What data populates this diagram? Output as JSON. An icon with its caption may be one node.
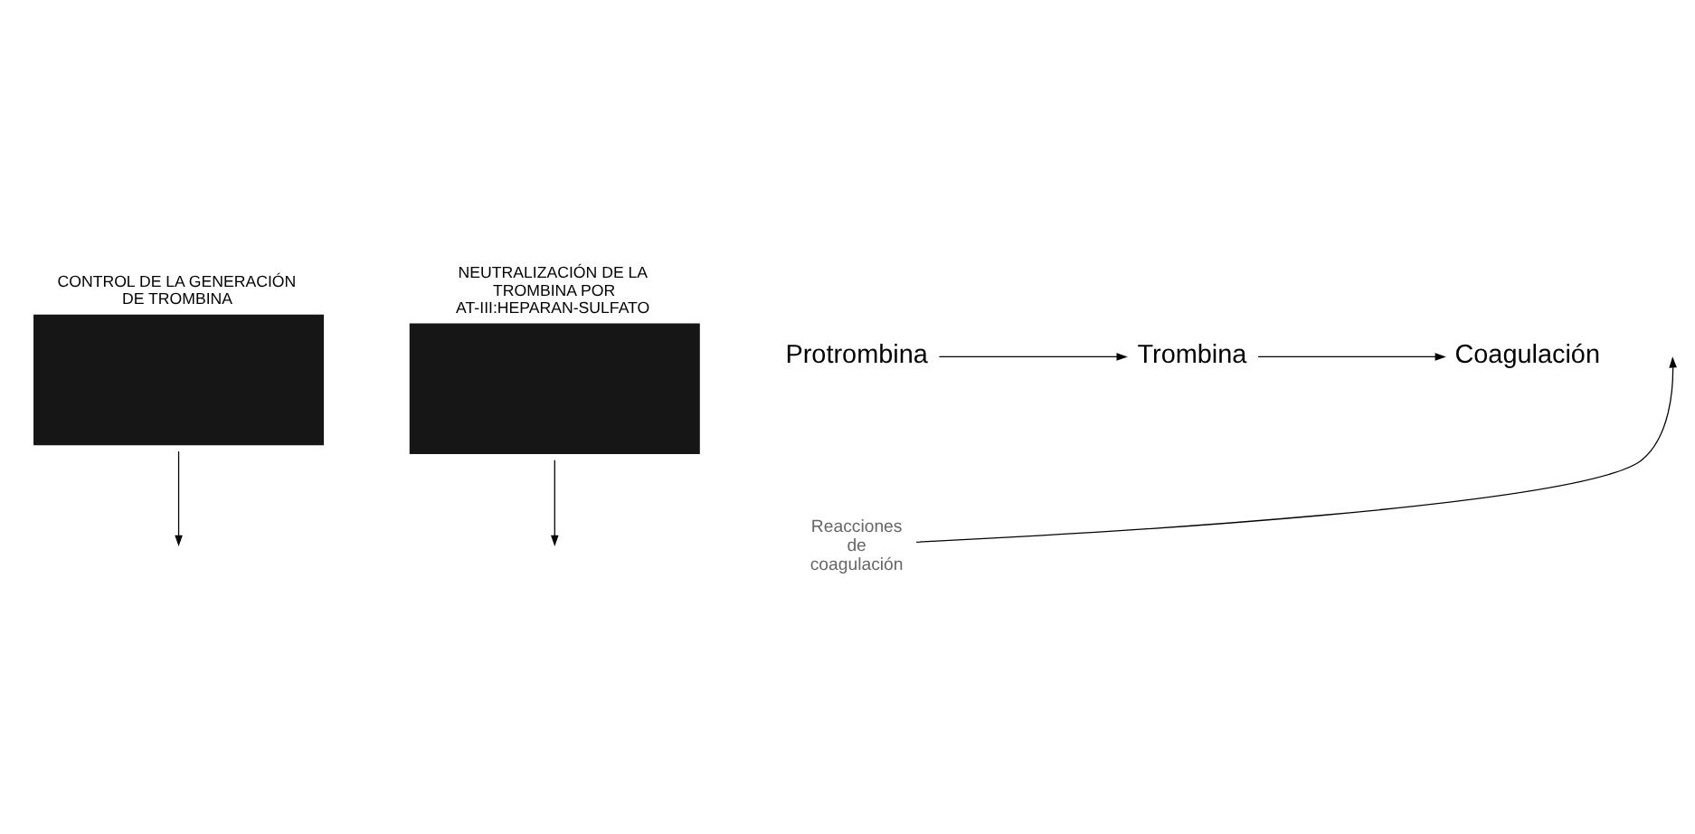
{
  "diagram": {
    "nodes": [
      {
        "text": [
          "CONTROL DE LA GENERACIÓN DE TROMBINA"
        ]
      },
      {
        "text": [
          "NEUTRALIZACIÓN DE LA TROMBINA POR AT-III:HEPARAN-SULFATO"
        ]
      },
      {
        "text": [
          "Protrombina"
        ]
      },
      {
        "text": [
          "Trombina"
        ]
      },
      {
        "text": [
          "Coagulación"
        ]
      },
      {
        "text": [
          "Reacciones de coagulación"
        ]
      }
    ],
    "edges": [
      {
        "from": 0,
        "to": null,
        "arrow": "to"
      },
      {
        "from": 1,
        "to": null,
        "arrow": "to"
      },
      {
        "from": 2,
        "to": 3,
        "arrow": "to"
      },
      {
        "from": 3,
        "to": 4,
        "arrow": "to"
      },
      {
        "from": 5,
        "to": null,
        "arrow": "to"
      }
    ]
  }
}
